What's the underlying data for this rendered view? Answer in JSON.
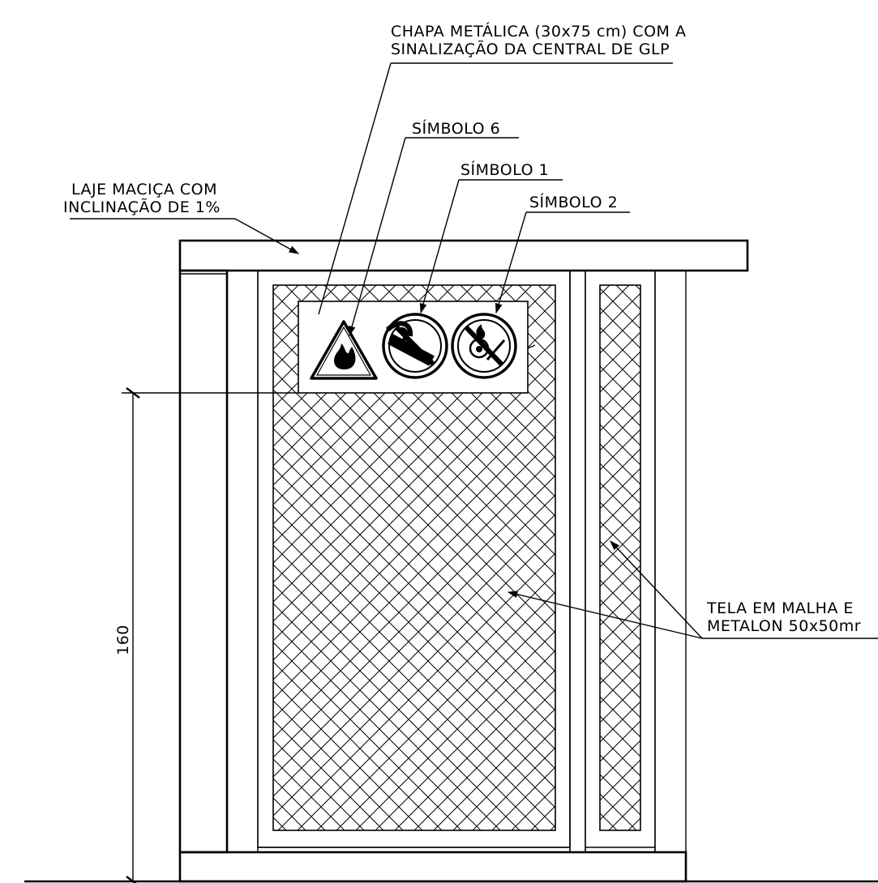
{
  "labels": {
    "plate_line1": "CHAPA METÁLICA (30x75 cm) COM A",
    "plate_line2": "SINALIZAÇÃO DA CENTRAL DE GLP",
    "symbol6": "SÍMBOLO 6",
    "symbol1": "SÍMBOLO 1",
    "symbol2": "SÍMBOLO 2",
    "slab_line1": "LAJE MACIÇA COM",
    "slab_line2": "INCLINAÇÃO DE 1%",
    "mesh_line1": "TELA EM MALHA E",
    "mesh_line2": "METALON 50x50mr",
    "dimension": "160"
  },
  "icons": {
    "symbol6": "flammable-warning-triangle-icon",
    "symbol1": "no-smoking-icon",
    "symbol2": "no-open-flame-icon"
  }
}
